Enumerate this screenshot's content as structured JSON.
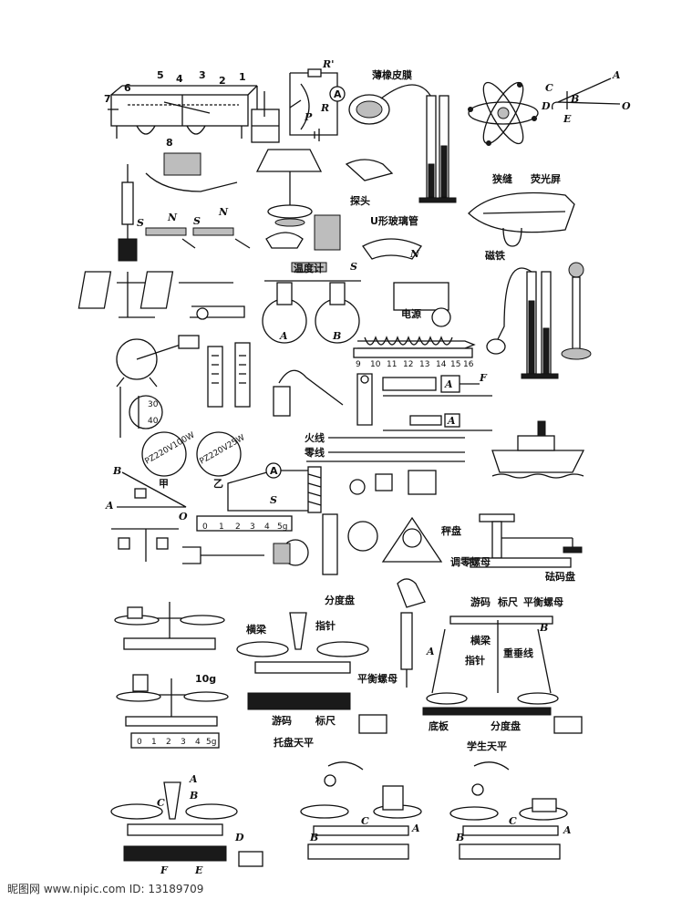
{
  "labels": {
    "rubber_membrane": "薄橡皮膜",
    "probe": "探头",
    "u_tube": "U形玻璃管",
    "slit": "狭缝",
    "screen": "荧光屏",
    "magnet": "磁铁",
    "thermometer": "温度计",
    "power": "电源",
    "live_wire": "火线",
    "neutral_wire": "零线",
    "pan": "秤盘",
    "zero_nut": "调零螺母",
    "weight_pan": "砝码盘",
    "dial": "分度盘",
    "beam": "横梁",
    "pointer": "指针",
    "balance_nut": "平衡螺母",
    "rider": "游码",
    "scale": "标尺",
    "plumb_line": "重垂线",
    "base": "底板",
    "tray_balance": "托盘天平",
    "student_balance": "学生天平",
    "jia": "甲",
    "yi": "乙",
    "bulb1": "PZ220V100W",
    "bulb2": "PZ220V25W",
    "ten_g": "10g",
    "five_g": "5g"
  },
  "scale_top": [
    "9",
    "10",
    "11",
    "12",
    "13",
    "14",
    "15",
    "16"
  ],
  "ruler_a": [
    "0",
    "1",
    "2",
    "3",
    "4",
    "5g"
  ],
  "ruler_b": [
    "0",
    "1",
    "2",
    "3",
    "4",
    "5g"
  ],
  "dial_ticks": [
    "30",
    "40"
  ],
  "letters": {
    "n1": "1",
    "n2": "2",
    "n3": "3",
    "n4": "4",
    "n5": "5",
    "n6": "6",
    "n7": "7",
    "n8": "8",
    "R1": "R'",
    "R": "R",
    "P": "P",
    "A": "A",
    "B": "B",
    "C": "C",
    "D": "D",
    "E": "E",
    "F": "F",
    "O": "O",
    "S": "S",
    "N": "N",
    "F_force": "F",
    "amm": "A"
  },
  "watermark": "昵图网 www.nipic.com   ID: 13189709"
}
